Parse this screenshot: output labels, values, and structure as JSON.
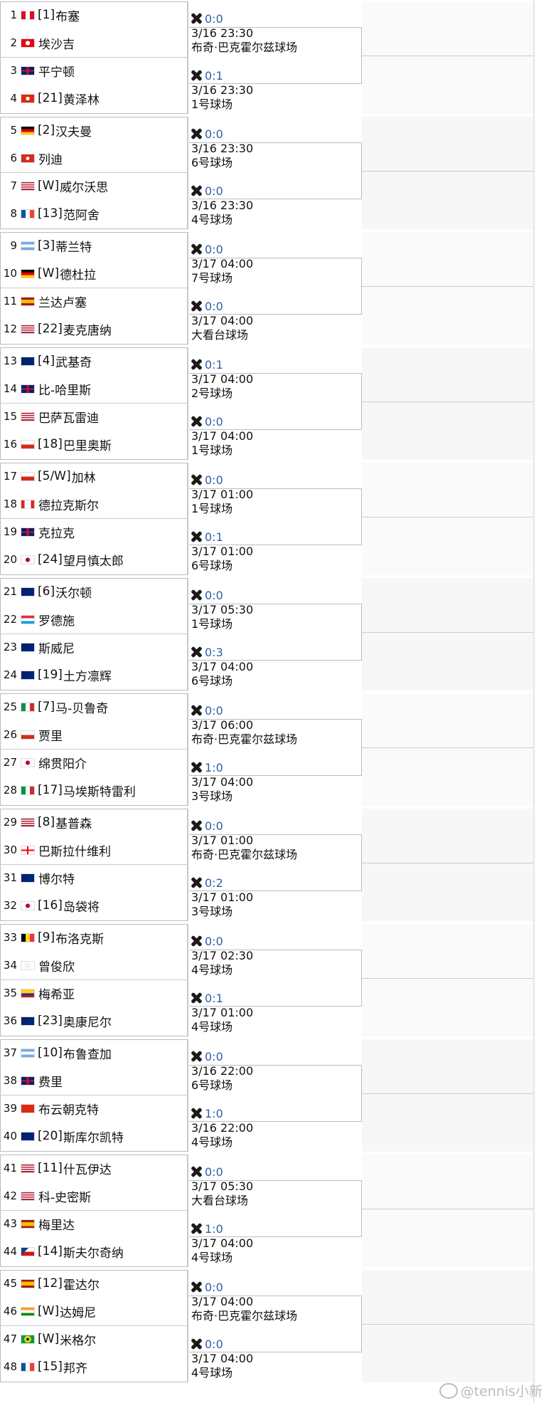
{
  "groups": [
    {
      "players": [
        {
          "num": "1",
          "flag": "PER",
          "seed": "[1]",
          "name": "布塞"
        },
        {
          "num": "2",
          "flag": "TUN",
          "seed": "",
          "name": "埃沙吉"
        },
        {
          "num": "3",
          "flag": "GBR",
          "seed": "",
          "name": "平宁顿"
        },
        {
          "num": "4",
          "flag": "HKG",
          "seed": "[21]",
          "name": "黄泽林"
        }
      ],
      "matches": [
        {
          "score": "0:0",
          "datetime": "3/16 23:30",
          "venue": "布奇·巴克霍尔兹球场"
        },
        {
          "score": "0:1",
          "datetime": "3/16 23:30",
          "venue": "1号球场"
        }
      ]
    },
    {
      "players": [
        {
          "num": "5",
          "flag": "GER",
          "seed": "[2]",
          "name": "汉夫曼"
        },
        {
          "num": "6",
          "flag": "SUI",
          "seed": "",
          "name": "列迪"
        },
        {
          "num": "7",
          "flag": "USA",
          "seed": "[W]",
          "name": "威尔沃思"
        },
        {
          "num": "8",
          "flag": "FRA",
          "seed": "[13]",
          "name": "范阿舍"
        }
      ],
      "matches": [
        {
          "score": "0:0",
          "datetime": "3/16 23:30",
          "venue": "6号球场"
        },
        {
          "score": "0:0",
          "datetime": "3/16 23:30",
          "venue": "4号球场"
        }
      ]
    },
    {
      "players": [
        {
          "num": "9",
          "flag": "ARG",
          "seed": "[3]",
          "name": "蒂兰特"
        },
        {
          "num": "10",
          "flag": "GER",
          "seed": "[W]",
          "name": "德杜拉"
        },
        {
          "num": "11",
          "flag": "ESP",
          "seed": "",
          "name": "兰达卢塞"
        },
        {
          "num": "12",
          "flag": "USA",
          "seed": "[22]",
          "name": "麦克唐纳"
        }
      ],
      "matches": [
        {
          "score": "0:0",
          "datetime": "3/17 04:00",
          "venue": "7号球场"
        },
        {
          "score": "0:0",
          "datetime": "3/17 04:00",
          "venue": "大看台球场"
        }
      ]
    },
    {
      "players": [
        {
          "num": "13",
          "flag": "AUS",
          "seed": "[4]",
          "name": "武基奇"
        },
        {
          "num": "14",
          "flag": "GBR",
          "seed": "",
          "name": "比-哈里斯"
        },
        {
          "num": "15",
          "flag": "USA",
          "seed": "",
          "name": "巴萨瓦雷迪"
        },
        {
          "num": "16",
          "flag": "CHI",
          "seed": "[18]",
          "name": "巴里奥斯"
        }
      ],
      "matches": [
        {
          "score": "0:1",
          "datetime": "3/17 04:00",
          "venue": "2号球场"
        },
        {
          "score": "0:0",
          "datetime": "3/17 04:00",
          "venue": "1号球场"
        }
      ]
    },
    {
      "players": [
        {
          "num": "17",
          "flag": "CHI",
          "seed": "[5/W]",
          "name": "加林"
        },
        {
          "num": "18",
          "flag": "CAN",
          "seed": "",
          "name": "德拉克斯尔"
        },
        {
          "num": "19",
          "flag": "GBR",
          "seed": "",
          "name": "克拉克"
        },
        {
          "num": "20",
          "flag": "JPN",
          "seed": "[24]",
          "name": "望月慎太郎"
        }
      ],
      "matches": [
        {
          "score": "0:0",
          "datetime": "3/17 01:00",
          "venue": "1号球场"
        },
        {
          "score": "0:1",
          "datetime": "3/17 01:00",
          "venue": "6号球场"
        }
      ]
    },
    {
      "players": [
        {
          "num": "21",
          "flag": "AUS",
          "seed": "[6]",
          "name": "沃尔顿"
        },
        {
          "num": "22",
          "flag": "LUX",
          "seed": "",
          "name": "罗德施"
        },
        {
          "num": "23",
          "flag": "AUS",
          "seed": "",
          "name": "斯威尼"
        },
        {
          "num": "24",
          "flag": "AUS",
          "seed": "[19]",
          "name": "土方凛辉"
        }
      ],
      "matches": [
        {
          "score": "0:0",
          "datetime": "3/17 05:30",
          "venue": "1号球场"
        },
        {
          "score": "0:3",
          "datetime": "3/17 04:00",
          "venue": "6号球场"
        }
      ]
    },
    {
      "players": [
        {
          "num": "25",
          "flag": "ITA",
          "seed": "[7]",
          "name": "马-贝鲁奇"
        },
        {
          "num": "26",
          "flag": "CHI",
          "seed": "",
          "name": "贾里"
        },
        {
          "num": "27",
          "flag": "JPN",
          "seed": "",
          "name": "绵贯阳介"
        },
        {
          "num": "28",
          "flag": "ITA",
          "seed": "[17]",
          "name": "马埃斯特雷利"
        }
      ],
      "matches": [
        {
          "score": "0:0",
          "datetime": "3/17 06:00",
          "venue": "布奇·巴克霍尔兹球场"
        },
        {
          "score": "1:0",
          "datetime": "3/17 04:00",
          "venue": "3号球场"
        }
      ]
    },
    {
      "players": [
        {
          "num": "29",
          "flag": "USA",
          "seed": "[8]",
          "name": "基普森"
        },
        {
          "num": "30",
          "flag": "GEO",
          "seed": "",
          "name": "巴斯拉什维利"
        },
        {
          "num": "31",
          "flag": "AUS",
          "seed": "",
          "name": "博尔特"
        },
        {
          "num": "32",
          "flag": "JPN",
          "seed": "[16]",
          "name": "岛袋将"
        }
      ],
      "matches": [
        {
          "score": "0:0",
          "datetime": "3/17 01:00",
          "venue": "布奇·巴克霍尔兹球场"
        },
        {
          "score": "0:2",
          "datetime": "3/17 01:00",
          "venue": "3号球场"
        }
      ]
    },
    {
      "players": [
        {
          "num": "33",
          "flag": "BEL",
          "seed": "[9]",
          "name": "布洛克斯"
        },
        {
          "num": "34",
          "flag": "TPE",
          "seed": "",
          "name": "曾俊欣"
        },
        {
          "num": "35",
          "flag": "COL",
          "seed": "",
          "name": "梅希亚"
        },
        {
          "num": "36",
          "flag": "AUS",
          "seed": "[23]",
          "name": "奥康尼尔"
        }
      ],
      "matches": [
        {
          "score": "0:0",
          "datetime": "3/17 02:30",
          "venue": "4号球场"
        },
        {
          "score": "0:1",
          "datetime": "3/17 01:00",
          "venue": "4号球场"
        }
      ]
    },
    {
      "players": [
        {
          "num": "37",
          "flag": "ARG",
          "seed": "[10]",
          "name": "布鲁查加"
        },
        {
          "num": "38",
          "flag": "GBR",
          "seed": "",
          "name": "费里"
        },
        {
          "num": "39",
          "flag": "CHN",
          "seed": "",
          "name": "布云朝克特"
        },
        {
          "num": "40",
          "flag": "AUS",
          "seed": "[20]",
          "name": "斯库尔凯特"
        }
      ],
      "matches": [
        {
          "score": "0:0",
          "datetime": "3/16 22:00",
          "venue": "6号球场"
        },
        {
          "score": "1:0",
          "datetime": "3/16 22:00",
          "venue": "4号球场"
        }
      ]
    },
    {
      "players": [
        {
          "num": "41",
          "flag": "USA",
          "seed": "[11]",
          "name": "什瓦伊达"
        },
        {
          "num": "42",
          "flag": "USA",
          "seed": "",
          "name": "科-史密斯"
        },
        {
          "num": "43",
          "flag": "ESP",
          "seed": "",
          "name": "梅里达"
        },
        {
          "num": "44",
          "flag": "CZE",
          "seed": "[14]",
          "name": "斯夫尔奇纳"
        }
      ],
      "matches": [
        {
          "score": "0:0",
          "datetime": "3/17 05:30",
          "venue": "大看台球场"
        },
        {
          "score": "1:0",
          "datetime": "3/17 04:00",
          "venue": "4号球场"
        }
      ]
    },
    {
      "players": [
        {
          "num": "45",
          "flag": "ESP",
          "seed": "[12]",
          "name": "霍达尔"
        },
        {
          "num": "46",
          "flag": "IND",
          "seed": "[W]",
          "name": "达姆尼"
        },
        {
          "num": "47",
          "flag": "BRA",
          "seed": "[W]",
          "name": "米格尔"
        },
        {
          "num": "48",
          "flag": "FRA",
          "seed": "[15]",
          "name": "邦齐"
        }
      ],
      "matches": [
        {
          "score": "0:0",
          "datetime": "3/17 04:00",
          "venue": "布奇·巴克霍尔兹球场"
        },
        {
          "score": "0:0",
          "datetime": "3/17 04:00",
          "venue": "4号球场"
        }
      ]
    }
  ],
  "watermark": "@tennis小新",
  "icons": {
    "match_status": "crossed-rackets-icon"
  },
  "colors": {
    "score": "#2f5fa5",
    "border": "#bcbcbc"
  }
}
